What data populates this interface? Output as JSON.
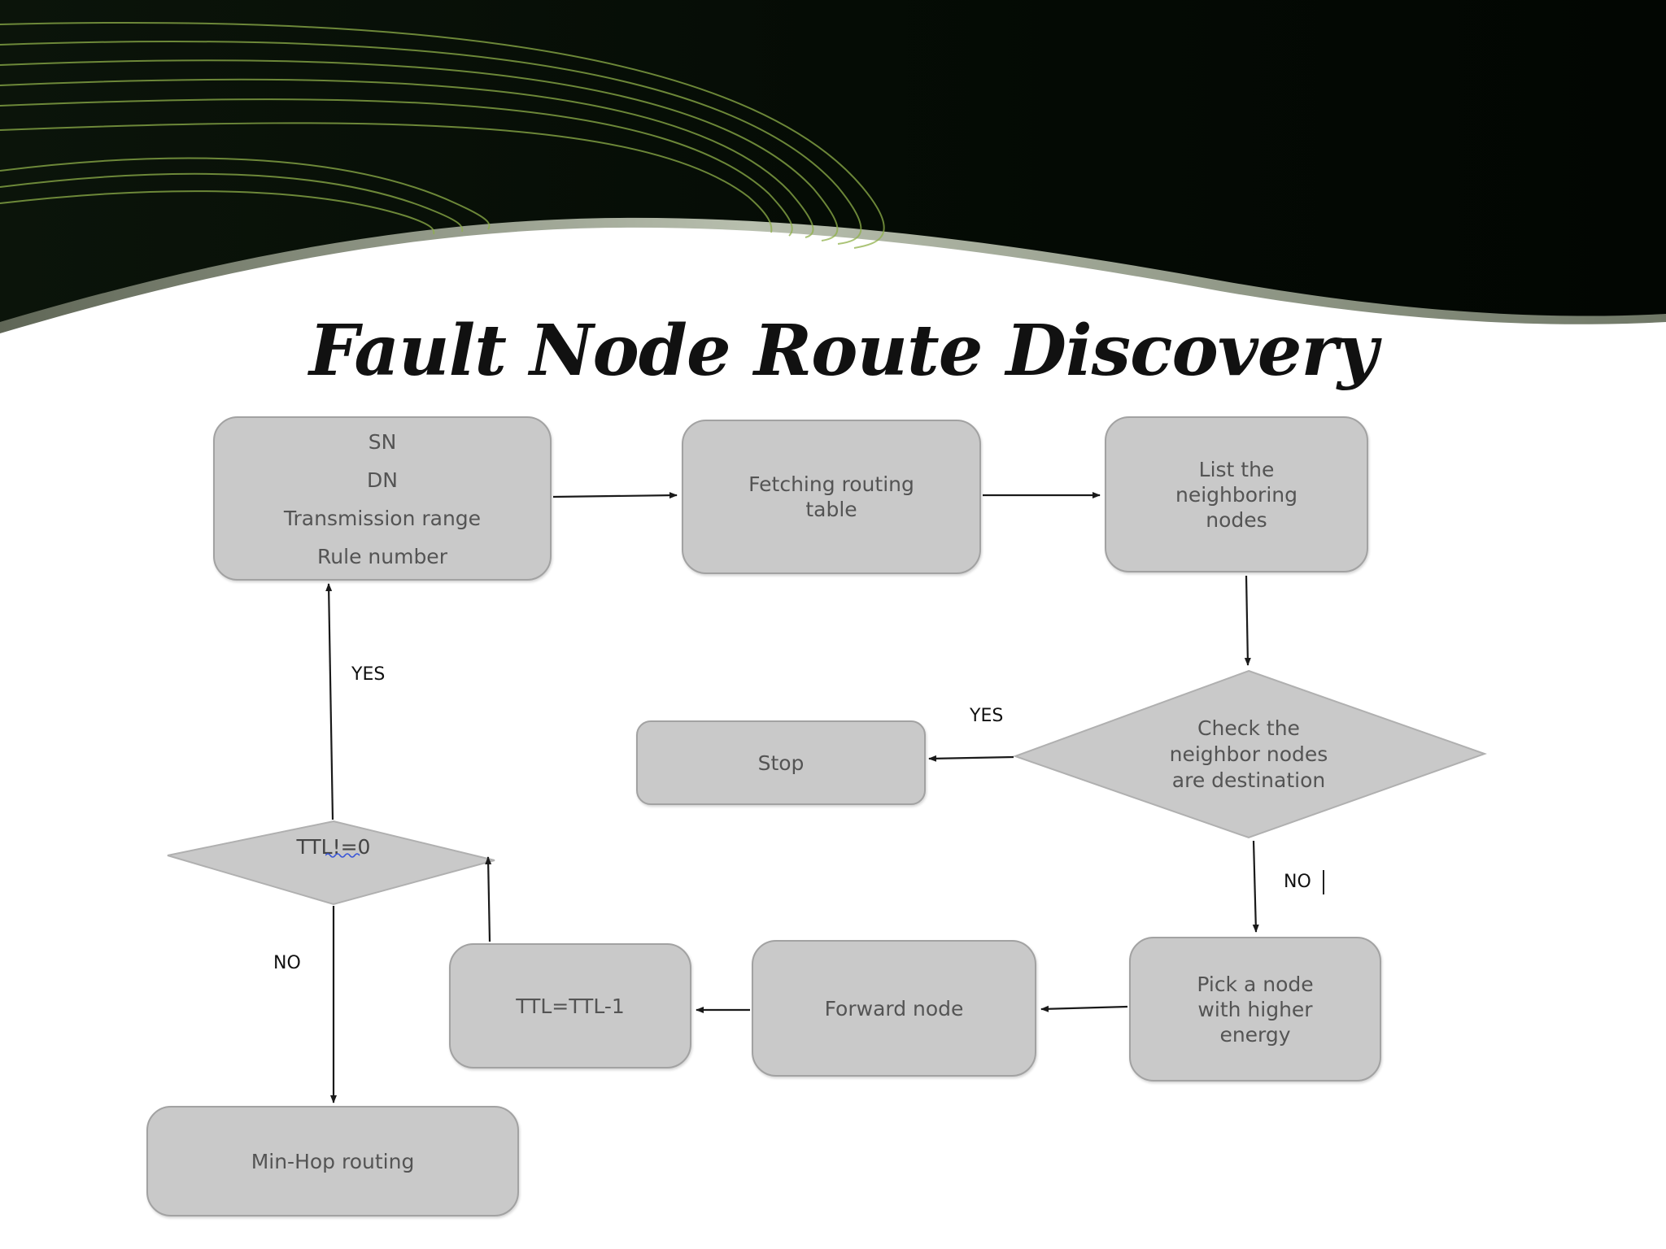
{
  "slide": {
    "title": "Fault Node Route Discovery"
  },
  "nodes": {
    "start": {
      "lines": [
        "SN",
        "DN",
        "Transmission range",
        "Rule number"
      ]
    },
    "fetch": {
      "lines": [
        "Fetching routing",
        "table"
      ]
    },
    "list": {
      "lines": [
        "List the",
        "neighboring",
        "nodes"
      ]
    },
    "check": {
      "lines": [
        "Check the",
        "neighbor nodes",
        "are destination"
      ]
    },
    "stop": {
      "lines": [
        "Stop"
      ]
    },
    "pick": {
      "lines": [
        "Pick a node",
        "with higher",
        "energy"
      ]
    },
    "forward": {
      "lines": [
        "Forward node"
      ]
    },
    "ttl_dec": {
      "lines": [
        "TTL=TTL-1"
      ]
    },
    "ttl_check": {
      "lines": [
        "TTL!=0"
      ]
    },
    "minhop": {
      "lines": [
        "Min-Hop routing"
      ]
    }
  },
  "edge_labels": {
    "yes_left": "YES",
    "yes_stop": "YES",
    "no_check": "NO",
    "no_ttl": "NO"
  },
  "colors": {
    "header_bg": "#040a04",
    "header_lines": "#8fb04a",
    "header_band": "#8a9280",
    "node_fill": "#c9c9c9",
    "node_border": "#a2a2a2",
    "node_text": "#545454",
    "arrow": "#1a1a1a"
  }
}
